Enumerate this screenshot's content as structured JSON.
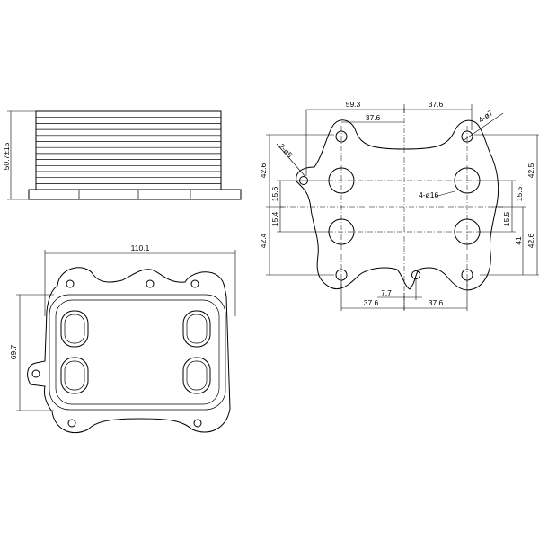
{
  "side_view": {
    "height_dim": "50.7±15"
  },
  "bottom_view": {
    "width_dim": "110.1",
    "height_dim": "69.7"
  },
  "flange_view": {
    "top_left_width": "59.3",
    "top_right_width": "37.6",
    "inner_top_width": "37.6",
    "bottom_left_width": "37.6",
    "bottom_right_width": "37.6",
    "bottom_offset": "7.7",
    "left_top_height": "42.6",
    "left_upper_offset": "15.6",
    "left_lower_offset": "15.4",
    "left_bottom_height": "42.4",
    "right_top_height": "42.5",
    "right_upper_offset": "15.5",
    "right_lower_offset": "15.5",
    "right_mid_height": "41",
    "right_bottom_height": "42.6",
    "callout_small_hole": "2-ø5",
    "callout_mount_holes": "4-ø7",
    "callout_ports": "4-ø16"
  }
}
